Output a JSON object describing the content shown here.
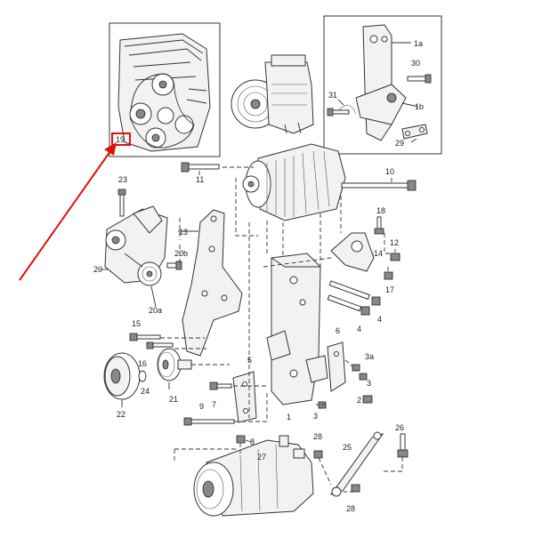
{
  "callouts": {
    "c19": "19",
    "c1a": "1a",
    "c30": "30",
    "c31": "31",
    "c1b": "1b",
    "c29": "29",
    "c11": "11",
    "c10": "10",
    "c23": "23",
    "c13": "13",
    "c18": "18",
    "c12": "12",
    "c20b": "20b",
    "c14": "14",
    "c20": "20",
    "c17": "17",
    "c20a": "20a",
    "c4a": "4",
    "c4b": "4",
    "c15": "15",
    "c6": "6",
    "c3a": "3a",
    "c16": "16",
    "c5": "5",
    "c3b": "3",
    "c24": "24",
    "c21": "21",
    "c7": "7",
    "c3c": "3",
    "c2": "2",
    "c22": "22",
    "c9": "9",
    "c1": "1",
    "c26": "26",
    "c8": "8",
    "c28a": "28",
    "c25": "25",
    "c27": "27",
    "c28b": "28"
  },
  "colors": {
    "highlight": "#e01010",
    "line": "#333333",
    "background": "#ffffff"
  }
}
